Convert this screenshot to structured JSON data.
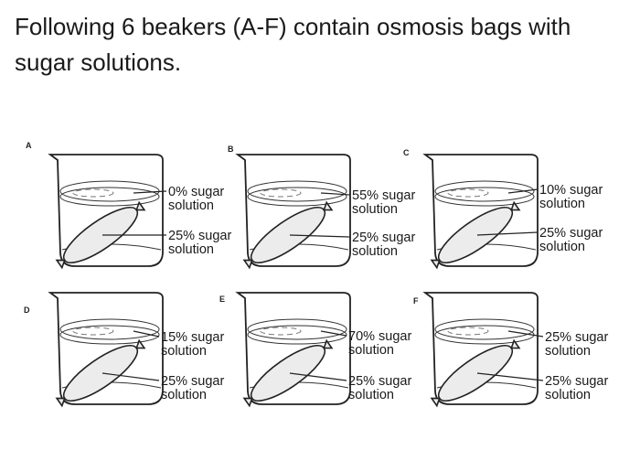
{
  "question": "Following 6 beakers (A-F) contain osmosis bags with sugar solutions.",
  "beakers": [
    {
      "letter": "A",
      "outside": [
        "0% sugar",
        "solution"
      ],
      "inside": [
        "25% sugar",
        "solution"
      ]
    },
    {
      "letter": "B",
      "outside": [
        "55% sugar",
        "solution"
      ],
      "inside": [
        "25% sugar",
        "solution"
      ]
    },
    {
      "letter": "C",
      "outside": [
        "10% sugar",
        "solution"
      ],
      "inside": [
        "25% sugar",
        "solution"
      ]
    },
    {
      "letter": "D",
      "outside": [
        "15% sugar",
        "solution"
      ],
      "inside": [
        "25% sugar",
        "solution"
      ]
    },
    {
      "letter": "E",
      "outside": [
        "70% sugar",
        "solution"
      ],
      "inside": [
        "25% sugar",
        "solution"
      ]
    },
    {
      "letter": "F",
      "outside": [
        "25% sugar",
        "solution"
      ],
      "inside": [
        "25% sugar",
        "solution"
      ]
    }
  ]
}
